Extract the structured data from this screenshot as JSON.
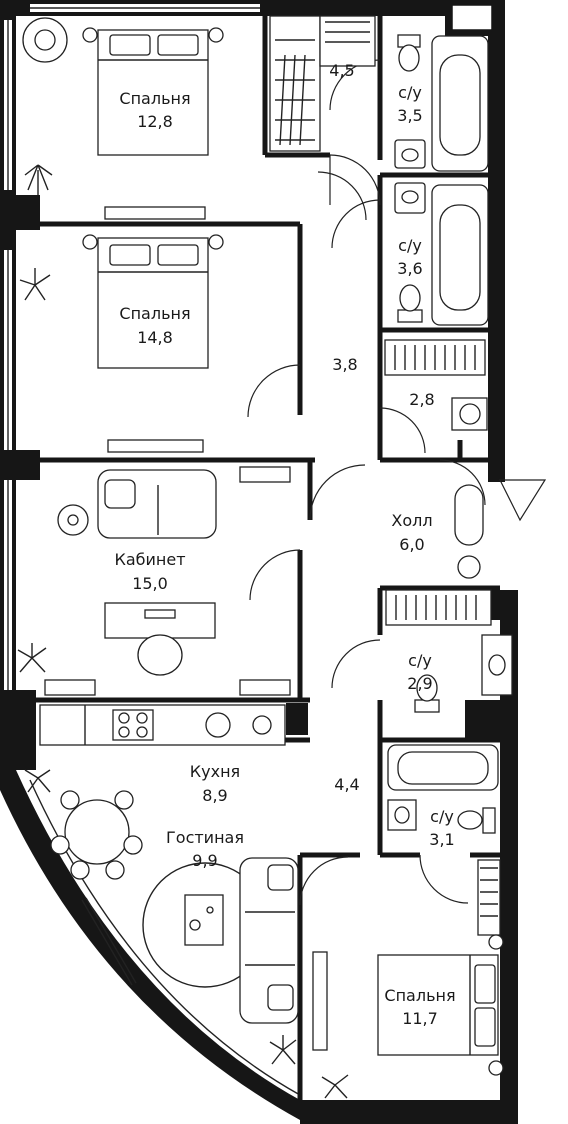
{
  "rooms": [
    {
      "id": "bedroom1",
      "name": "Спальня",
      "area": "12,8"
    },
    {
      "id": "wardrobe1",
      "name": "",
      "area": "4,5"
    },
    {
      "id": "bath1",
      "name": "с/у",
      "area": "3,5"
    },
    {
      "id": "bath2",
      "name": "с/у",
      "area": "3,6"
    },
    {
      "id": "bedroom2",
      "name": "Спальня",
      "area": "14,8"
    },
    {
      "id": "corridor",
      "name": "",
      "area": "3,8"
    },
    {
      "id": "storage",
      "name": "",
      "area": "2,8"
    },
    {
      "id": "hall",
      "name": "Холл",
      "area": "6,0"
    },
    {
      "id": "study",
      "name": "Кабинет",
      "area": "15,0"
    },
    {
      "id": "bath3",
      "name": "с/у",
      "area": "2,9"
    },
    {
      "id": "kitchen",
      "name": "Кухня",
      "area": "8,9"
    },
    {
      "id": "corridor2",
      "name": "",
      "area": "4,4"
    },
    {
      "id": "bath4",
      "name": "с/у",
      "area": "3,1"
    },
    {
      "id": "living",
      "name": "Гостиная",
      "area": "9,9"
    },
    {
      "id": "bedroom3",
      "name": "Спальня",
      "area": "11,7"
    }
  ],
  "colors": {
    "wall": "#161616",
    "background": "#ffffff",
    "line": "#222222"
  },
  "icons": [
    "bed-icon",
    "bathtub-icon",
    "toilet-icon",
    "sink-icon",
    "plant-icon",
    "sofa-icon",
    "desk-icon",
    "stove-icon",
    "dining-table-icon",
    "washing-machine-icon",
    "wardrobe-icon"
  ]
}
